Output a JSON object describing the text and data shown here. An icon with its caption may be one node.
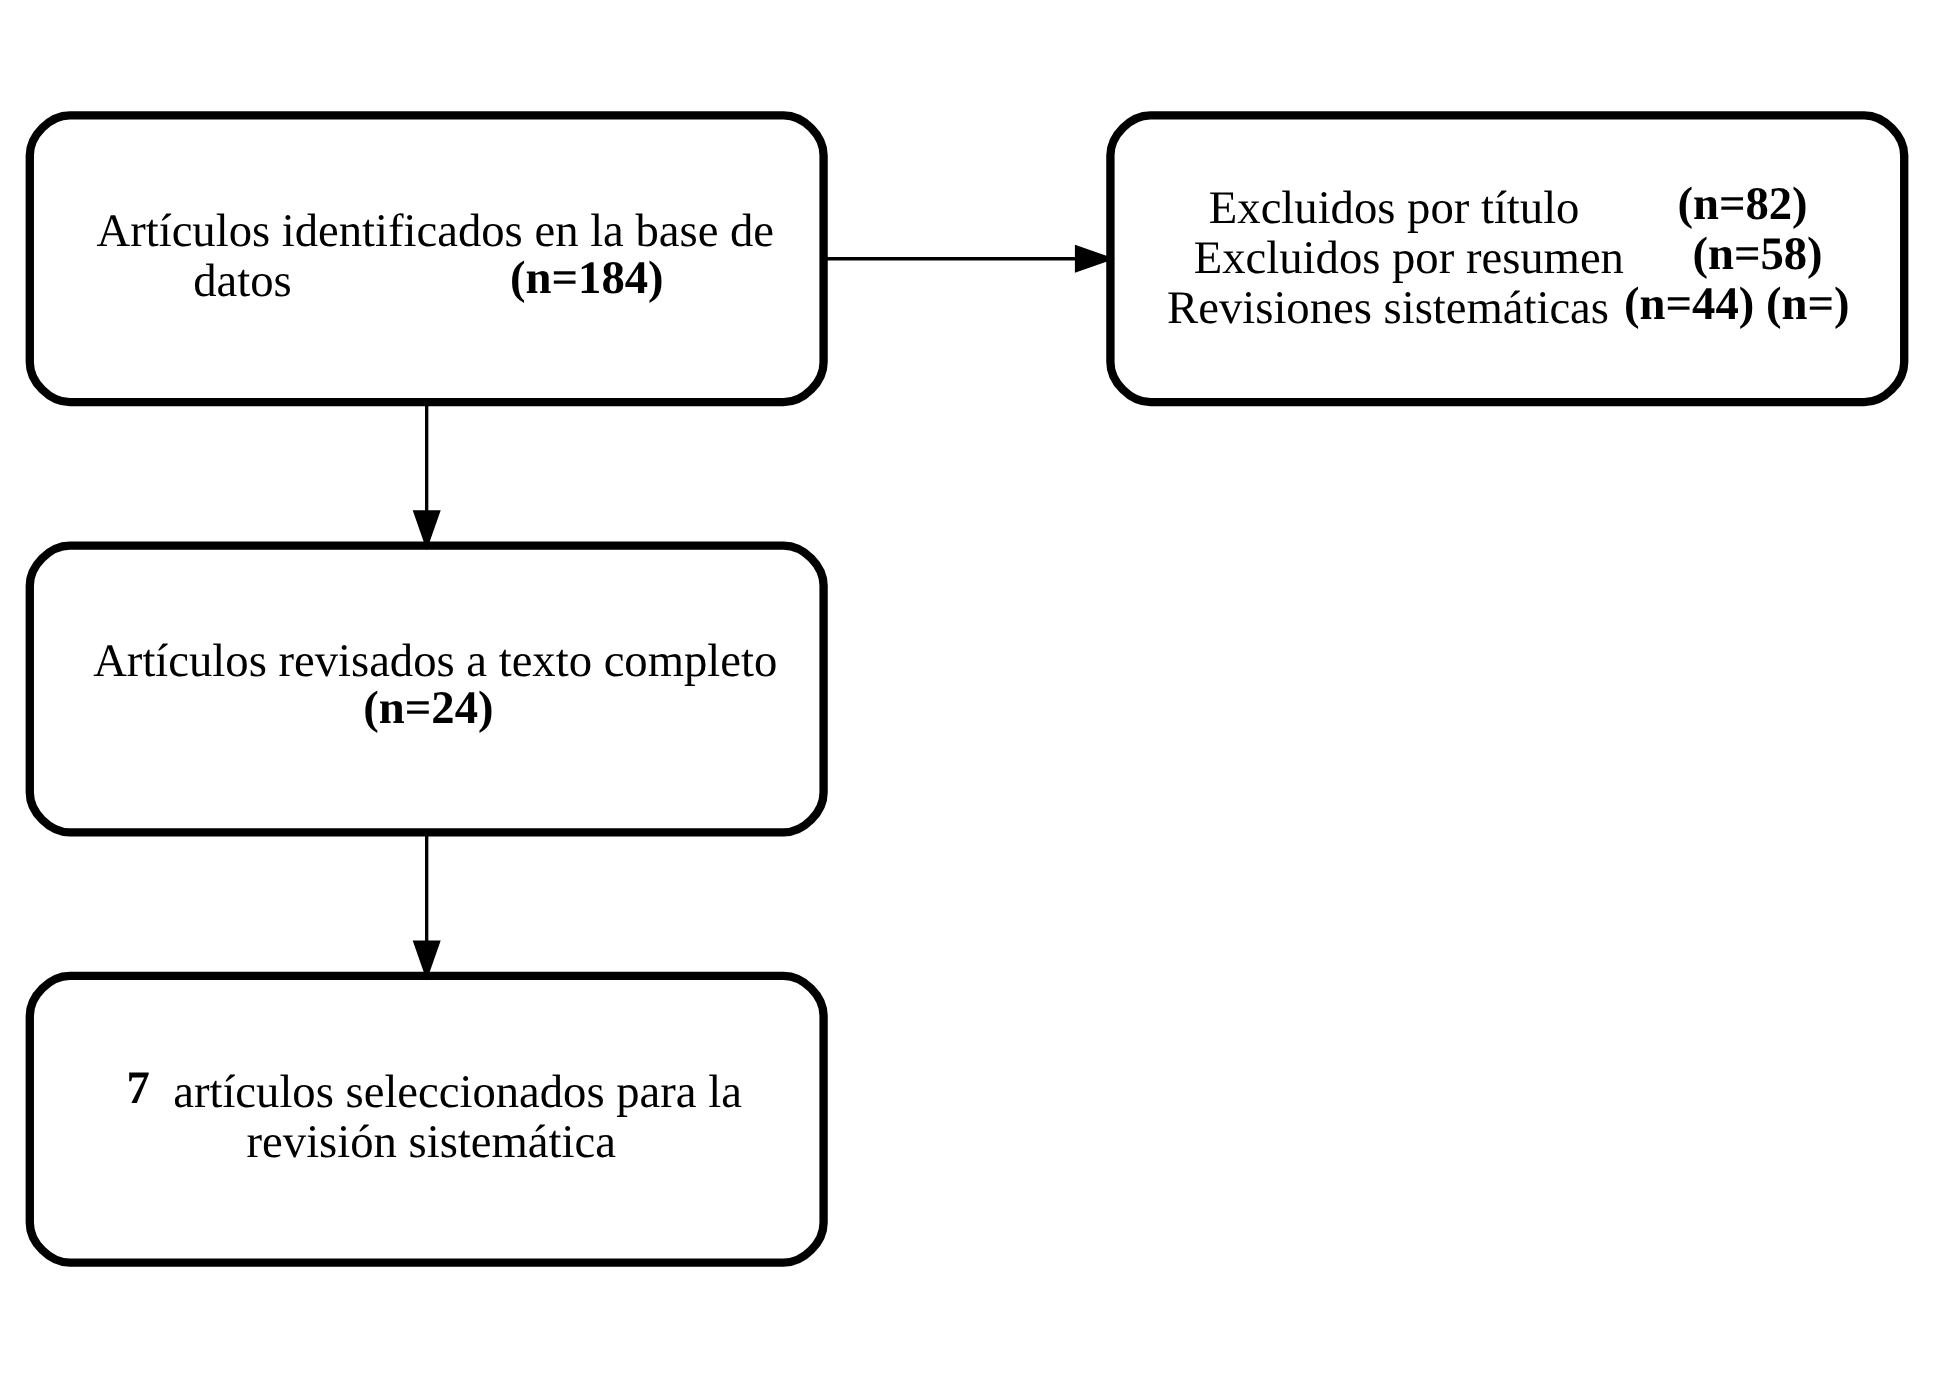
{
  "diagram": {
    "nodes": [
      {
        "text": [
          "Artículos identificados en la base de datos **(n=184)**"
        ]
      },
      {
        "text": [
          "Excluidos por título **(n=82)**",
          "Excluidos por resumen **(n=58)**",
          "Revisiones sistemáticas **(n=44) (n=)**"
        ]
      },
      {
        "text": [
          "Artículos revisados a texto completo **(n=24)**"
        ]
      },
      {
        "text": [
          "**7** artículos seleccionados para la revisión sistemática"
        ]
      }
    ],
    "edges": [
      {
        "from": 0,
        "to": 2,
        "arrow": "to"
      },
      {
        "from": 0,
        "to": 1,
        "arrow": "to"
      },
      {
        "from": 2,
        "to": 3,
        "arrow": "to"
      }
    ]
  }
}
